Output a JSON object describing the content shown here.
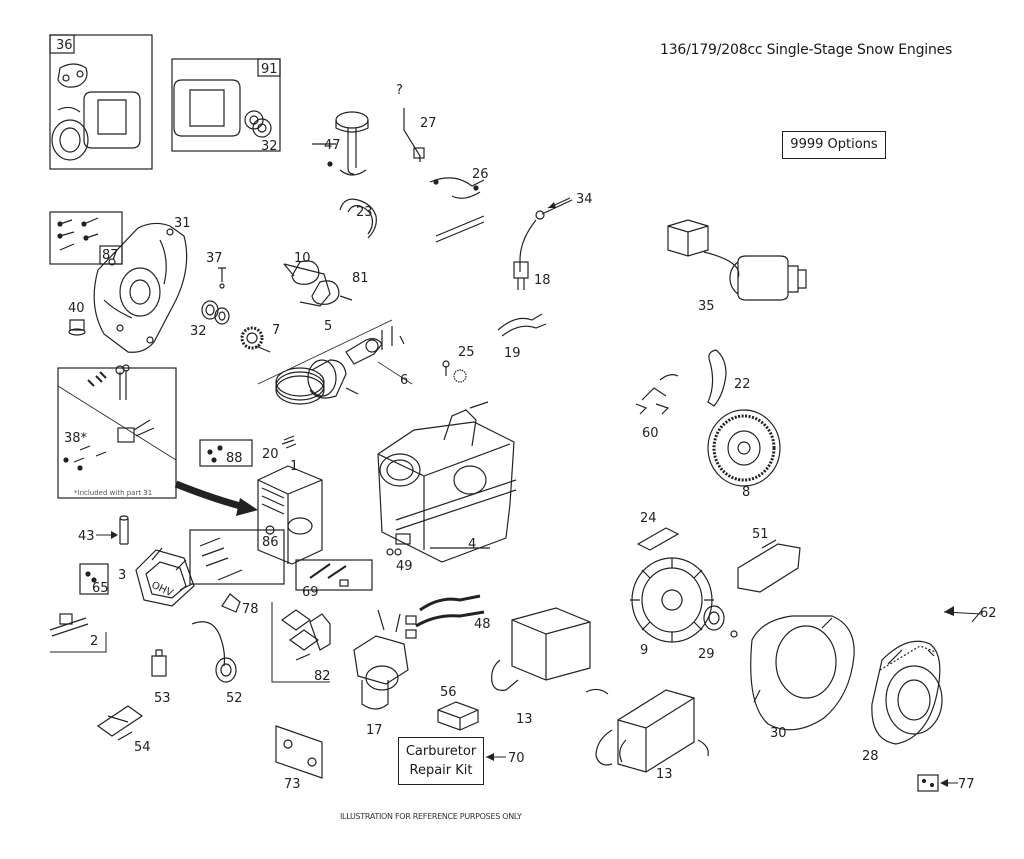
{
  "title": "136/179/208cc Single-Stage Snow Engines",
  "options_box": "9999 Options",
  "carb_kit": {
    "line1": "Carburetor",
    "line2": "Repair Kit",
    "ref": "70"
  },
  "footer": "ILLUSTRATION FOR REFERENCE PURPOSES ONLY",
  "note_38": "*Included with part 31",
  "ohv_label": "OHV",
  "part_numbers": {
    "p1": "1",
    "p2": "2",
    "p3": "3",
    "p4": "4",
    "p5": "5",
    "p6": "6",
    "p7": "7",
    "p8": "8",
    "p9": "9",
    "p10": "10",
    "p13a": "13",
    "p13b": "13",
    "p17": "17",
    "p18": "18",
    "p19": "19",
    "p20": "20",
    "p22": "22",
    "p23": "23",
    "p24": "24",
    "p25": "25",
    "p26": "26",
    "p27": "27",
    "p28": "28",
    "p29": "29",
    "p30": "30",
    "p31": "31",
    "p32a": "32",
    "p32b": "32",
    "p34": "34",
    "p35": "35",
    "p36": "36",
    "p37": "37",
    "p38": "38*",
    "p40": "40",
    "p43": "43",
    "p47": "47",
    "p48": "48",
    "p49": "49",
    "p51": "51",
    "p52": "52",
    "p53": "53",
    "p54": "54",
    "p56": "56",
    "p60": "60",
    "p62": "62",
    "p65": "65",
    "p69": "69",
    "p73": "73",
    "p77": "77",
    "p78": "78",
    "p81": "81",
    "p82": "82",
    "p86": "86",
    "p87": "87",
    "p88": "88",
    "p91": "91",
    "unknown": "?"
  }
}
